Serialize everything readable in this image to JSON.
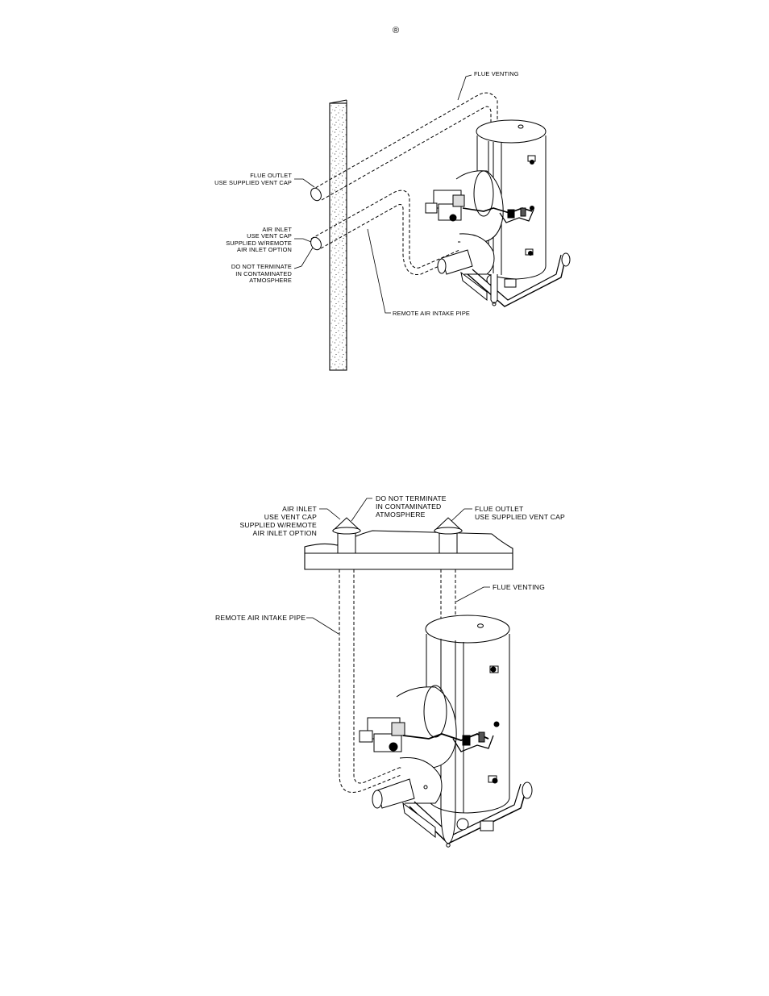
{
  "header": {
    "registered_mark": "®"
  },
  "figure_top": {
    "labels": {
      "flue_venting": "FLUE VENTING",
      "flue_outlet": [
        "FLUE OUTLET",
        "USE SUPPLIED VENT CAP"
      ],
      "air_inlet": [
        "AIR INLET",
        "USE VENT CAP",
        "SUPPLIED W/REMOTE",
        "AIR INLET OPTION"
      ],
      "do_not_terminate": [
        "DO NOT TERMINATE",
        "IN CONTAMINATED",
        "ATMOSPHERE"
      ],
      "remote_air_intake": "REMOTE AIR INTAKE PIPE"
    }
  },
  "figure_bottom": {
    "labels": {
      "air_inlet": [
        "AIR INLET",
        "USE VENT CAP",
        "SUPPLIED W/REMOTE",
        "AIR INLET OPTION"
      ],
      "do_not_terminate": [
        "DO NOT TERMINATE",
        "IN CONTAMINATED",
        "ATMOSPHERE"
      ],
      "flue_outlet": [
        "FLUE OUTLET",
        "USE SUPPLIED VENT CAP"
      ],
      "flue_venting": "FLUE VENTING",
      "remote_air_intake": "REMOTE AIR INTAKE PIPE"
    }
  }
}
